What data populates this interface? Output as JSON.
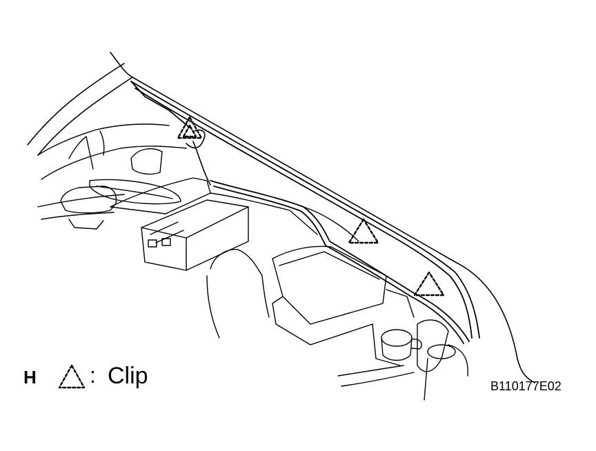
{
  "legend": {
    "key": "H",
    "separator": ":",
    "label": "Clip",
    "symbol_icon": "dashed-triangle-icon"
  },
  "figure_code": "B110177E02",
  "colors": {
    "line": "#000000",
    "background": "#ffffff"
  }
}
